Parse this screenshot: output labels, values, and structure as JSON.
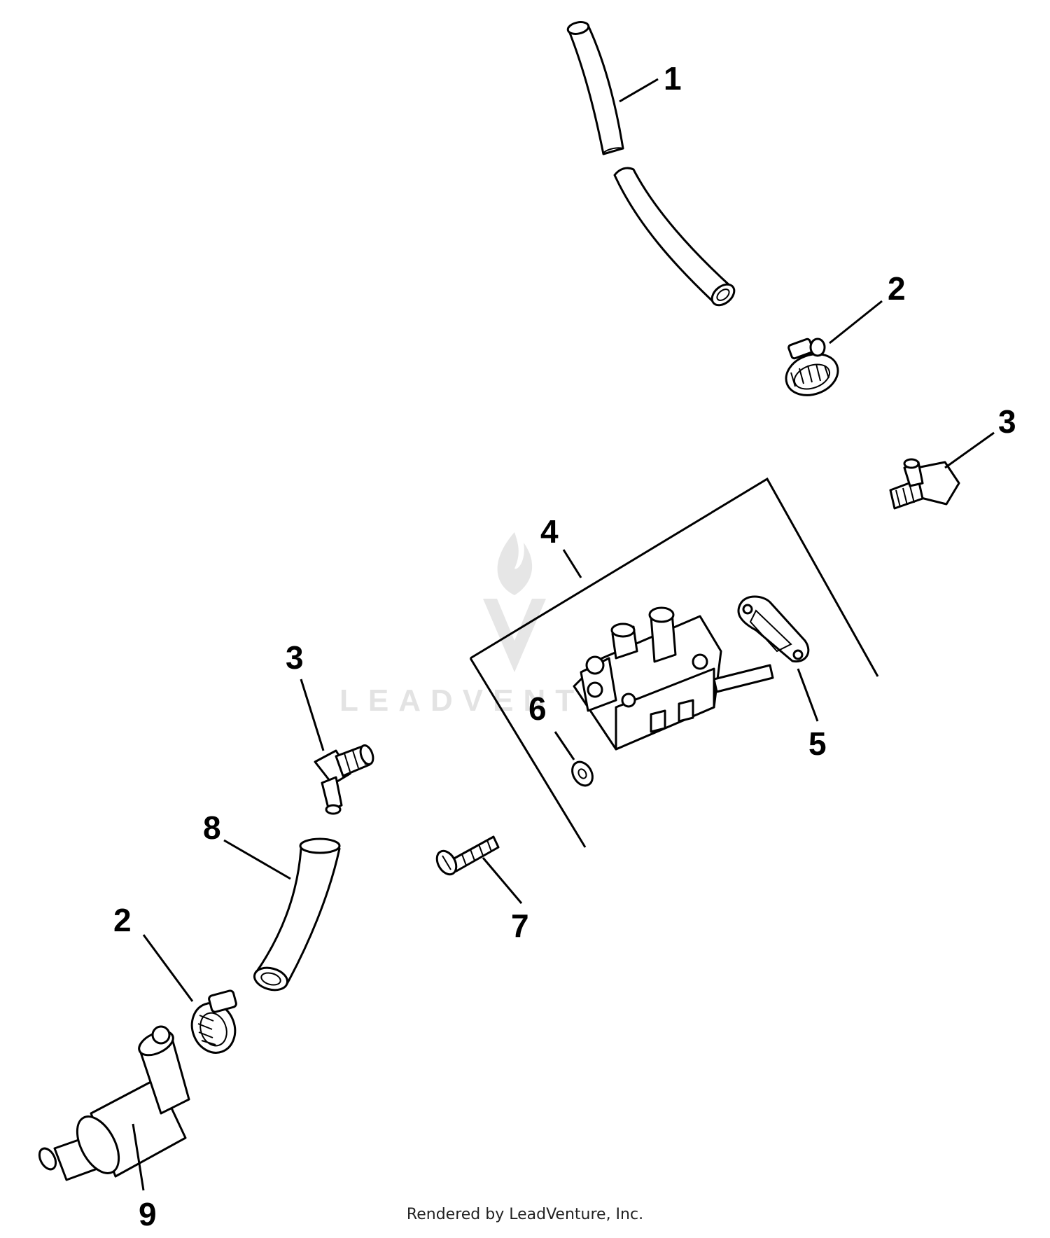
{
  "callouts": {
    "hose_top": "1",
    "clamp_top": "2",
    "elbow_right": "3",
    "pump_assembly": "4",
    "gasket": "5",
    "washer": "6",
    "screw": "7",
    "hose_lower": "8",
    "elbow_left": "3",
    "clamp_lower": "2",
    "filter": "9"
  },
  "watermark": {
    "text": "LEADVENTURE"
  },
  "footer": {
    "text": "Rendered by LeadVenture, Inc."
  }
}
